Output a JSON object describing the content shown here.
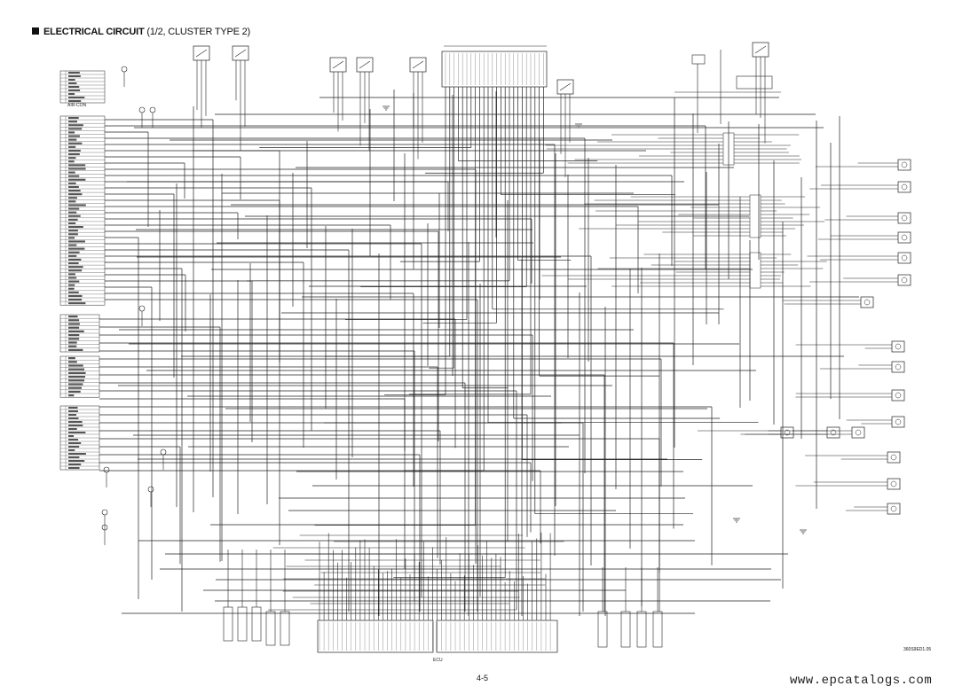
{
  "header": {
    "title_bold": "ELECTRICAL CIRCUIT",
    "title_rest": " (1/2, CLUSTER TYPE 2)"
  },
  "labels": {
    "aircon": "AIR-CON",
    "ecu": "ECU"
  },
  "footer": {
    "page_number": "4-5",
    "doc_number": "360S9ED1.05",
    "watermark": "www.epcatalogs.com"
  }
}
